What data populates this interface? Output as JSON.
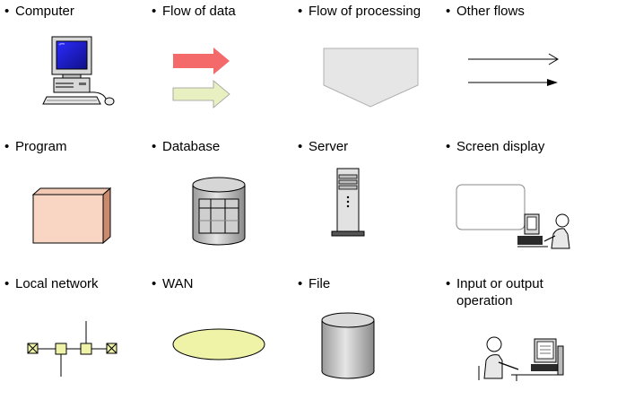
{
  "legend": {
    "bullet": "•",
    "items": [
      {
        "id": "computer",
        "label": "Computer",
        "icon": "computer-icon"
      },
      {
        "id": "flow-of-data",
        "label": "Flow of data",
        "icon": "flow-of-data-arrows-icon"
      },
      {
        "id": "flow-of-processing",
        "label": "Flow of processing",
        "icon": "flow-of-processing-pentagon-icon"
      },
      {
        "id": "other-flows",
        "label": "Other flows",
        "icon": "other-flows-arrows-icon"
      },
      {
        "id": "program",
        "label": "Program",
        "icon": "program-box-icon"
      },
      {
        "id": "database",
        "label": "Database",
        "icon": "database-cylinder-icon"
      },
      {
        "id": "server",
        "label": "Server",
        "icon": "server-tower-icon"
      },
      {
        "id": "screen-display",
        "label": "Screen display",
        "icon": "screen-display-user-icon"
      },
      {
        "id": "local-network",
        "label": "Local network",
        "icon": "local-network-nodes-icon"
      },
      {
        "id": "wan",
        "label": "WAN",
        "icon": "wan-ellipse-icon"
      },
      {
        "id": "file",
        "label": "File",
        "icon": "file-cylinder-icon"
      },
      {
        "id": "input-output-operation",
        "label": "Input or output",
        "label_line2": "operation",
        "icon": "operator-at-terminal-icon"
      }
    ]
  },
  "colors": {
    "data_arrow_primary": "#f46a6a",
    "data_arrow_secondary": "#e8efc0",
    "processing_shape": "#e6e6e6",
    "program_face": "#f9d6c4",
    "program_side": "#c98a6e",
    "wan_fill": "#eef3a8",
    "network_node": "#eef3a8",
    "monitor_screen": "#3a3ad6",
    "cylinder_body": "#c8c8c8"
  }
}
